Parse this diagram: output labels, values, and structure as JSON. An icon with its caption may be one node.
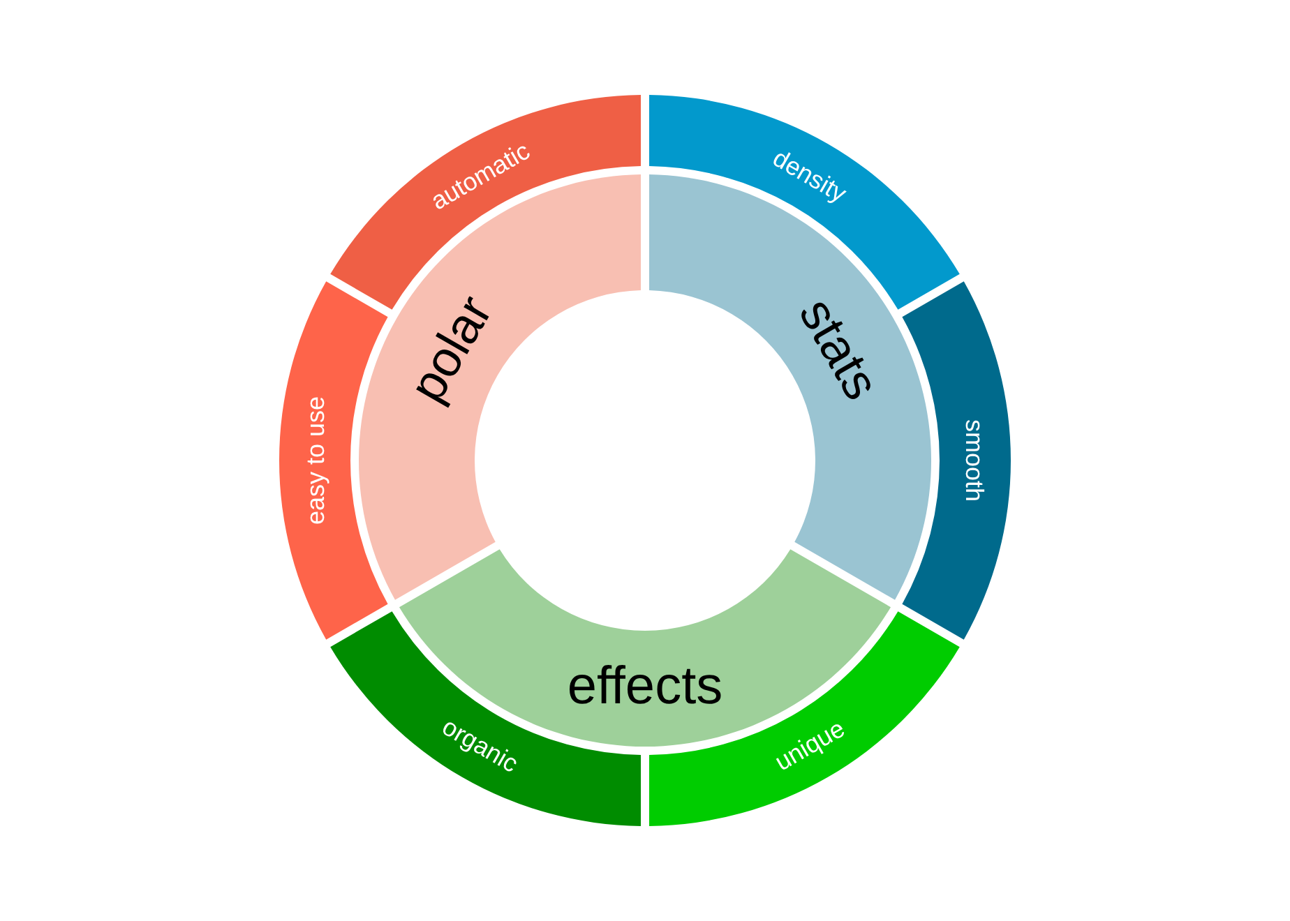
{
  "diagram": {
    "nodes": [
      {
        "text": [
          "polar"
        ]
      },
      {
        "text": [
          "stats"
        ]
      },
      {
        "text": [
          "effects"
        ]
      },
      {
        "text": [
          "automatic"
        ]
      },
      {
        "text": [
          "easy to use"
        ]
      },
      {
        "text": [
          "density"
        ]
      },
      {
        "text": [
          "smooth"
        ]
      },
      {
        "text": [
          "unique"
        ]
      },
      {
        "text": [
          "organic"
        ]
      }
    ]
  }
}
